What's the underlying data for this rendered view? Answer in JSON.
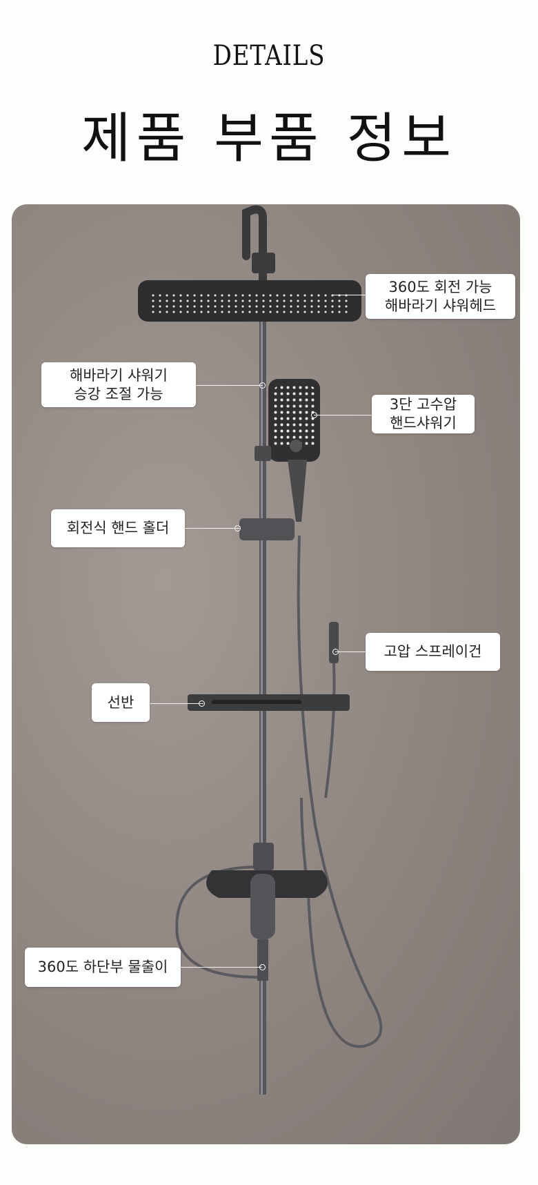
{
  "header": {
    "eyebrow": "DETAILS",
    "title": "제품 부품 정보"
  },
  "labels": [
    {
      "line1": "360도 회전 가능",
      "line2": "해바라기 샤워헤드"
    },
    {
      "line1": "해바라기 샤워기",
      "line2": "승강 조절 가능"
    },
    {
      "line1": "3단 고수압",
      "line2": "핸드샤워기"
    },
    {
      "line1": "회전식 핸드 홀더"
    },
    {
      "line1": "고압 스프레이건"
    },
    {
      "line1": "선반"
    },
    {
      "line1": "360도 하단부 물출이"
    }
  ]
}
